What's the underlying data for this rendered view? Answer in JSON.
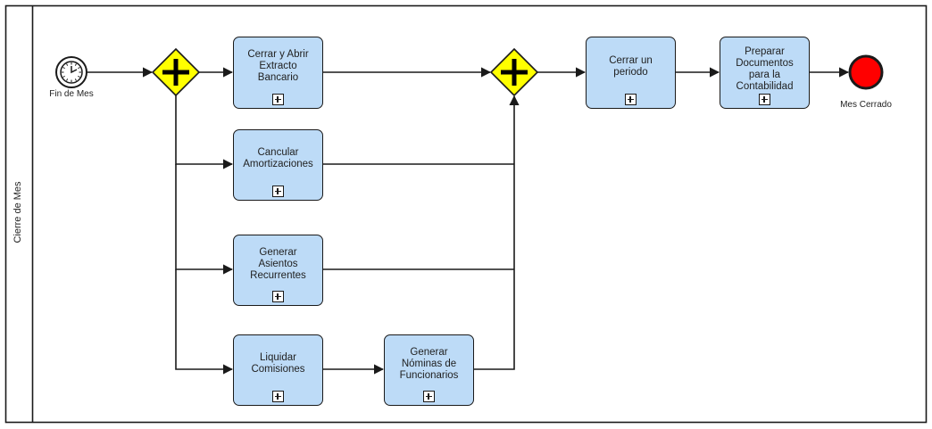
{
  "lane": {
    "label": "Cierre de Mes"
  },
  "events": {
    "start": {
      "label": "Fin de Mes",
      "type": "timer-start"
    },
    "end": {
      "label": "Mes Cerrado",
      "type": "end",
      "color": "#ff0000"
    }
  },
  "tasks": {
    "extracto": {
      "label": "Cerrar y Abrir\nExtracto\nBancario"
    },
    "amortizaciones": {
      "label": "Cancular\nAmortizaciones"
    },
    "asientos": {
      "label": "Generar\nAsientos\nRecurrentes"
    },
    "comisiones": {
      "label": "Liquidar\nComisiones"
    },
    "nominas": {
      "label": "Generar\nNóminas de\nFuncionarios"
    },
    "periodo": {
      "label": "Cerrar un\nperiodo"
    },
    "documentos": {
      "label": "Preparar\nDocumentos\npara la\nContabilidad"
    }
  },
  "colors": {
    "task_fill": "#bddbf7",
    "gateway_fill": "#ffff00",
    "end_fill": "#ff0000",
    "stroke": "#1a1a1a"
  }
}
